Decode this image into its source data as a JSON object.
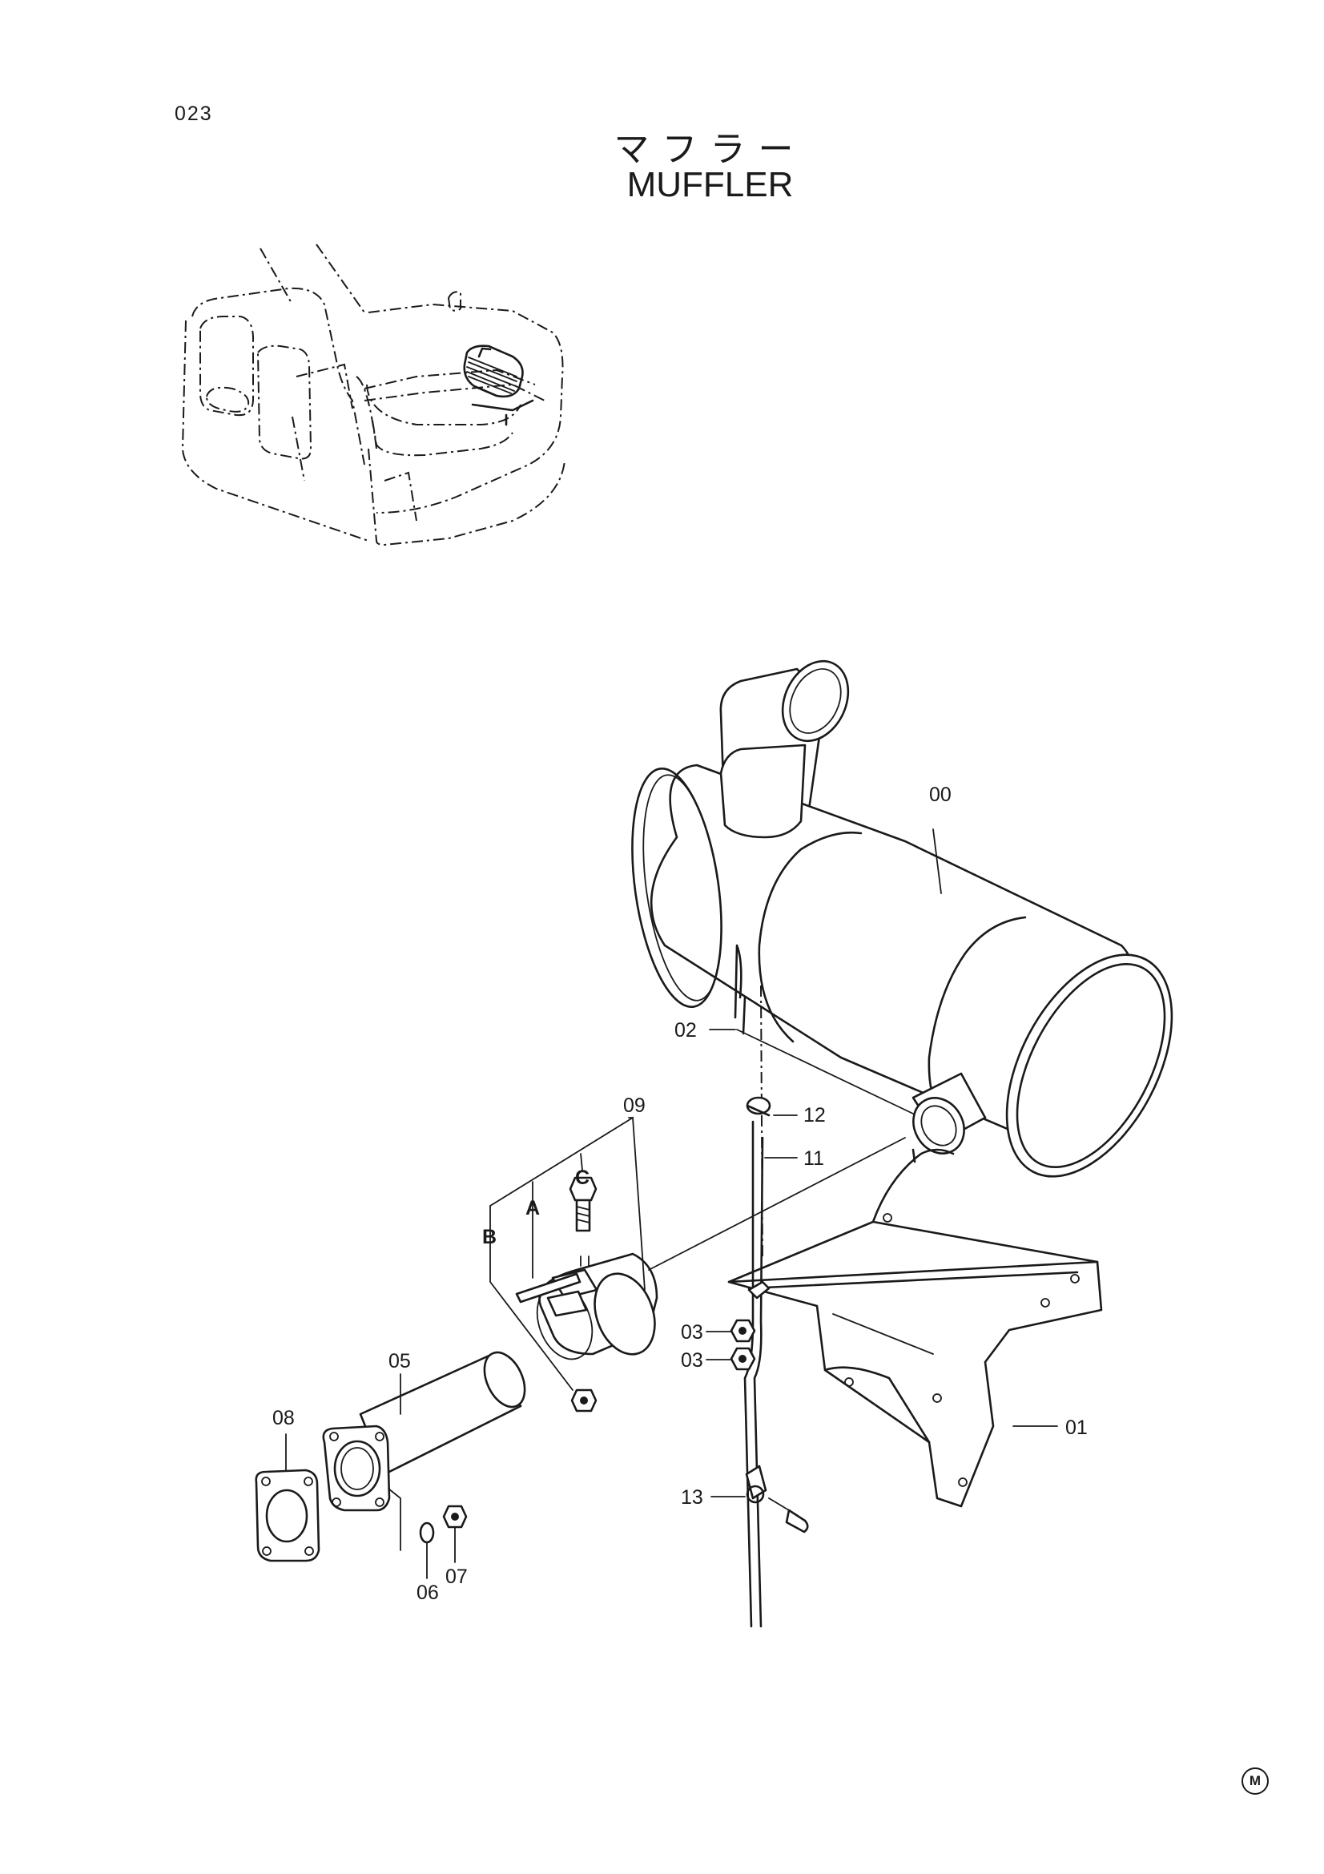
{
  "page": {
    "number": "023",
    "title_ja": "マフラー",
    "title_en": "MUFFLER",
    "corner_mark": "M"
  },
  "callouts": {
    "c00": "00",
    "c01": "01",
    "c02": "02",
    "c03a": "03",
    "c03b": "03",
    "c05": "05",
    "c06": "06",
    "c07": "07",
    "c08": "08",
    "c09": "09",
    "c11": "11",
    "c12": "12",
    "c13": "13"
  },
  "subparts": {
    "a": "A",
    "b": "B",
    "c": "C"
  }
}
